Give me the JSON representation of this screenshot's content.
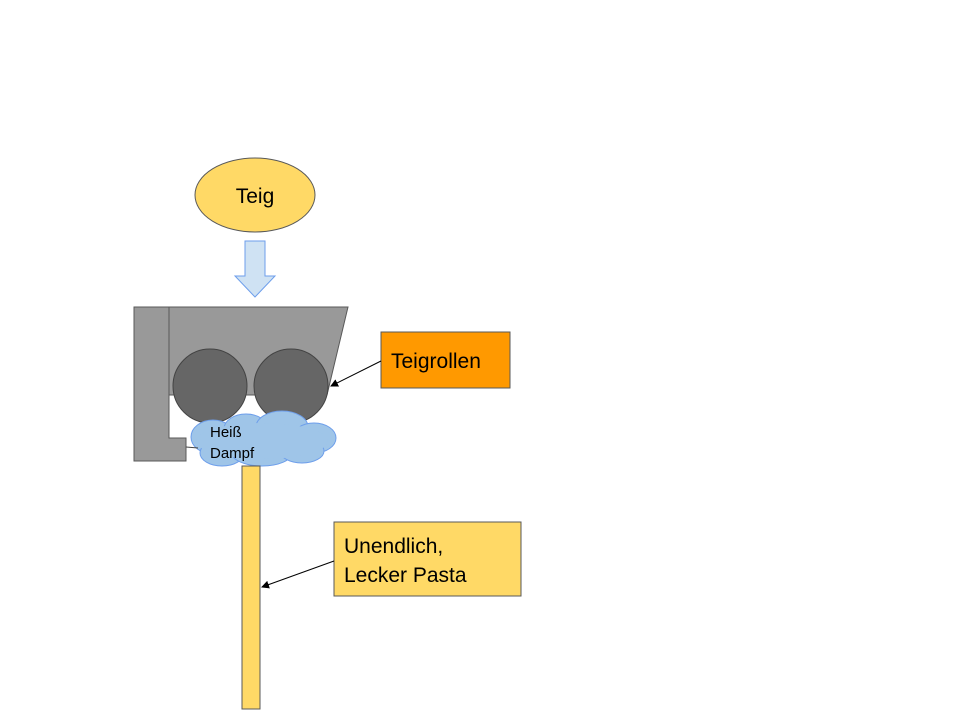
{
  "diagram": {
    "teig_label": "Teig",
    "rollers_label": "Teigrollen",
    "steam_label_line1": "Heiß",
    "steam_label_line2": "Dampf",
    "pasta_label_line1": "Unendlich,",
    "pasta_label_line2": "Lecker Pasta"
  },
  "colors": {
    "dough": "#ffd966",
    "arrow_fill": "#cfe2f3",
    "machine": "#999999",
    "roller": "#666666",
    "steam": "#9fc5e8",
    "rollers_label_bg": "#ff9900",
    "pasta": "#ffd966",
    "outline": "#595959"
  }
}
